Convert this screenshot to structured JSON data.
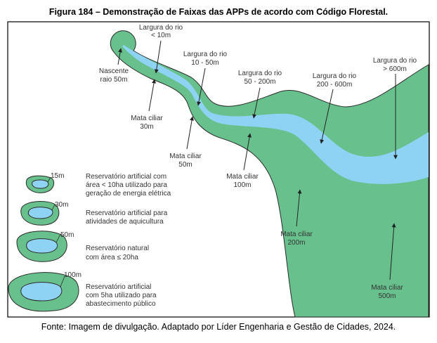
{
  "title": "Figura 184 – Demonstração de Faixas das APPs de acordo com Código Florestal.",
  "caption": "Fonte: Imagem de divulgação. Adaptado por Líder Engenharia e Gestão de Cidades, 2024.",
  "colors": {
    "forest": "#68c18d",
    "water": "#8fd3f4",
    "outline": "#2a2a2a"
  },
  "river_labels": [
    {
      "l1": "Largura do rio",
      "l2": "< 10m"
    },
    {
      "l1": "Largura do rio",
      "l2": "10 - 50m"
    },
    {
      "l1": "Largura do rio",
      "l2": "50 - 200m"
    },
    {
      "l1": "Largura do rio",
      "l2": "200 - 600m"
    },
    {
      "l1": "Largura do rio",
      "l2": "> 600m"
    }
  ],
  "nascente": {
    "l1": "Nascente",
    "l2": "raio 50m"
  },
  "mata_labels": [
    {
      "l1": "Mata ciliar",
      "l2": "30m"
    },
    {
      "l1": "Mata ciliar",
      "l2": "50m"
    },
    {
      "l1": "Mata ciliar",
      "l2": "100m"
    },
    {
      "l1": "Mata ciliar",
      "l2": "200m"
    },
    {
      "l1": "Mata ciliar",
      "l2": "500m"
    }
  ],
  "reservoirs": [
    {
      "width": "15m",
      "l1": "Reservatório artificial com",
      "l2": "área < 10ha utilizado para",
      "l3": "geração de energia elétrica"
    },
    {
      "width": "30m",
      "l1": "Reservatório artificial para",
      "l2": "atividades de aquicultura"
    },
    {
      "width": "50m",
      "l1": "Reservatório natural",
      "l2": "com área ≤ 20ha"
    },
    {
      "width": "100m",
      "l1": "Reservatório artificial",
      "l2": "com 5ha utilizado para",
      "l3": "abastecimento público"
    }
  ]
}
